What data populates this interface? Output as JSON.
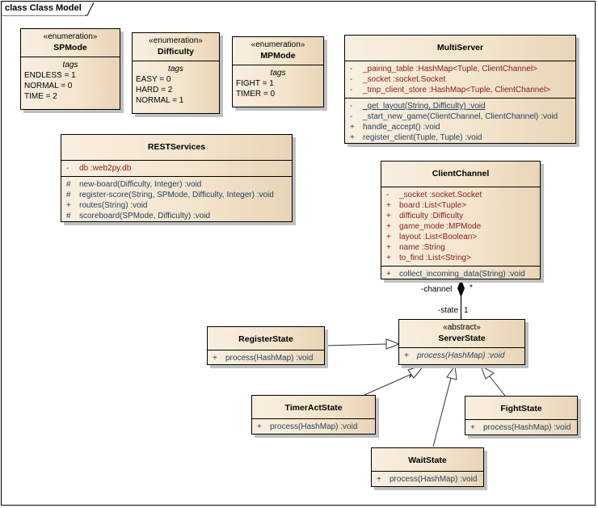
{
  "frame": {
    "title": "class Class Model"
  },
  "enumerations": [
    {
      "stereotype": "«enumeration»",
      "name": "SPMode",
      "tags_label": "tags",
      "literals": [
        "ENDLESS = 1",
        "NORMAL = 0",
        "TIME = 2"
      ]
    },
    {
      "stereotype": "«enumeration»",
      "name": "Difficulty",
      "tags_label": "tags",
      "literals": [
        "EASY = 0",
        "HARD = 2",
        "NORMAL = 1"
      ]
    },
    {
      "stereotype": "«enumeration»",
      "name": "MPMode",
      "tags_label": "tags",
      "literals": [
        "FIGHT = 1",
        "TIMER = 0"
      ]
    }
  ],
  "classes": {
    "multiserver": {
      "name": "MultiServer",
      "attributes": [
        {
          "vis": "-",
          "text": "_pairing_table  :HashMap<Tuple, ClientChannel>"
        },
        {
          "vis": "-",
          "text": "_socket  :socket.Socket"
        },
        {
          "vis": "-",
          "text": "_tmp_client_store  :HashMap<Tuple, ClientChannel>"
        }
      ],
      "operations": [
        {
          "vis": "-",
          "text": "_get_layout(String, Difficulty)  :void",
          "static": true
        },
        {
          "vis": "-",
          "text": "_start_new_game(ClientChannel, ClientChannel)  :void"
        },
        {
          "vis": "+",
          "text": "handle_accept()  :void"
        },
        {
          "vis": "+",
          "text": "register_client(Tuple, Tuple)  :void"
        }
      ]
    },
    "restservices": {
      "name": "RESTServices",
      "attributes": [
        {
          "vis": "-",
          "text": "db  :web2py.db"
        }
      ],
      "operations": [
        {
          "vis": "#",
          "text": "new-board(Difficulty, Integer)  :void"
        },
        {
          "vis": "#",
          "text": "register-score(String, SPMode, Difficulty, Integer)  :void"
        },
        {
          "vis": "+",
          "text": "routes(String)  :void"
        },
        {
          "vis": "#",
          "text": "scoreboard(SPMode, Difficulty)  :void"
        }
      ]
    },
    "clientchannel": {
      "name": "ClientChannel",
      "attributes": [
        {
          "vis": "-",
          "text": "_socket  :socket.Socket"
        },
        {
          "vis": "+",
          "text": "board  :List<Tuple>"
        },
        {
          "vis": "+",
          "text": "difficulty  :Difficulty"
        },
        {
          "vis": "+",
          "text": "game_mode  :MPMode"
        },
        {
          "vis": "+",
          "text": "layout  :List<Boolean>"
        },
        {
          "vis": "+",
          "text": "name  :String"
        },
        {
          "vis": "+",
          "text": "to_find  :List<String>"
        }
      ],
      "operations": [
        {
          "vis": "+",
          "text": "collect_incoming_data(String)  :void"
        }
      ]
    },
    "serverstate": {
      "stereotype": "«abstract»",
      "name": "ServerState",
      "operations": [
        {
          "vis": "+",
          "text": "process(HashMap)  :void",
          "abstract": true
        }
      ]
    },
    "registerstate": {
      "name": "RegisterState",
      "operations": [
        {
          "vis": "+",
          "text": "process(HashMap)  :void"
        }
      ]
    },
    "timeractstate": {
      "name": "TimerActState",
      "operations": [
        {
          "vis": "+",
          "text": "process(HashMap)  :void"
        }
      ]
    },
    "fightstate": {
      "name": "FightState",
      "operations": [
        {
          "vis": "+",
          "text": "process(HashMap)  :void"
        }
      ]
    },
    "waitstate": {
      "name": "WaitState",
      "operations": [
        {
          "vis": "+",
          "text": "process(HashMap)  :void"
        }
      ]
    }
  },
  "association": {
    "source_role": "-channel",
    "source_multiplicity": "*",
    "target_role": "-state",
    "target_multiplicity": "1"
  },
  "colors": {
    "attribute_text": "#8b1a1a",
    "operation_text": "#1f3f5f",
    "class_fill_light": "#f9efe0",
    "class_fill_dark": "#e9d4b6"
  }
}
